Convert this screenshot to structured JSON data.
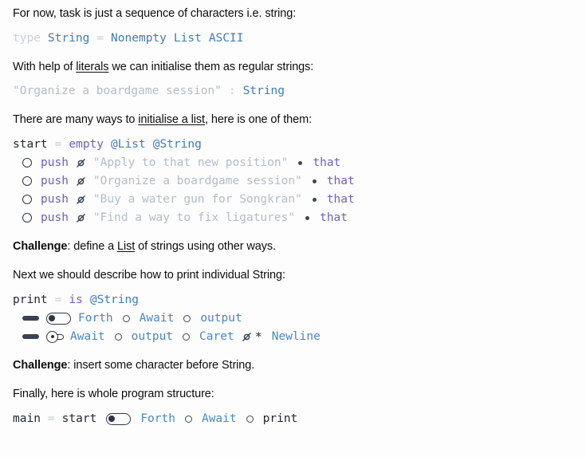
{
  "document": {
    "background_color": "#fdfdfd",
    "text_color": "#0d0d0d",
    "palette": {
      "keyword_faded": "#c9d0dd",
      "type_blue": "#3d7ebd",
      "equals_gray": "#c4ccda",
      "binding_dark": "#23272f",
      "function_purple": "#6f5fc4",
      "string_gray": "#b4bcc9",
      "operator_dark": "#3f4756"
    }
  },
  "blocks": {
    "p1": {
      "text": "For now, task is just a sequence of characters i.e. string:"
    },
    "code1": {
      "kw": "type",
      "name": "String",
      "eq": "=",
      "rhs_a": "Nonempty",
      "rhs_b": "List",
      "rhs_c": "ASCII"
    },
    "p2": {
      "pre": "With help of ",
      "link": "literals",
      "post": " we can initialise them as regular strings:"
    },
    "code2": {
      "literal": "\"Organize a boardgame session\"",
      "colon": ":",
      "type": "String"
    },
    "p3": {
      "pre": "There are many ways to ",
      "link": "initialise a list",
      "post": ", here is one of them:"
    },
    "code3": {
      "binding": "start",
      "eq": "=",
      "fn": "empty",
      "arg1": "@List",
      "arg2": "@String",
      "pushes": [
        {
          "circle_icon": "open-circle-icon",
          "fn": "push",
          "apply_icon": "slashed-o-icon",
          "literal": "\"Apply to that new position\"",
          "bullet_icon": "bullet-operator-icon",
          "tail": "that"
        },
        {
          "circle_icon": "open-circle-icon",
          "fn": "push",
          "apply_icon": "slashed-o-icon",
          "literal": "\"Organize a boardgame session\"",
          "bullet_icon": "bullet-operator-icon",
          "tail": "that"
        },
        {
          "circle_icon": "open-circle-icon",
          "fn": "push",
          "apply_icon": "slashed-o-icon",
          "literal": "\"Buy a water gun for Songkran\"",
          "bullet_icon": "bullet-operator-icon",
          "tail": "that"
        },
        {
          "circle_icon": "open-circle-icon",
          "fn": "push",
          "apply_icon": "slashed-o-icon",
          "literal": "\"Find a way to fix ligatures\"",
          "bullet_icon": "bullet-operator-icon",
          "tail": "that"
        }
      ]
    },
    "challenge1": {
      "label": "Challenge",
      "pre": ": define a ",
      "link": "List",
      "post": " of strings using other ways."
    },
    "p4": {
      "text": "Next we should describe how to print individual String:"
    },
    "code4": {
      "binding": "print",
      "eq": "=",
      "fn": "is",
      "arg": "@String",
      "lines": [
        {
          "dash_icon": "thick-dash-icon",
          "pill_icon": "toggle-pill-icon",
          "tokens": [
            "Forth",
            "Await",
            "output"
          ],
          "ring_icon": "composition-ring-icon"
        },
        {
          "dash_icon": "thick-dash-icon",
          "pill_icon": "circle-tail-icon",
          "tokens": [
            "Await",
            "output",
            "Caret"
          ],
          "ring_icon": "composition-ring-icon",
          "apply_icon": "slashed-o-icon",
          "star": "*",
          "last": "Newline"
        }
      ]
    },
    "challenge2": {
      "label": "Challenge",
      "pre": ": insert some character before String.",
      "link": "",
      "post": ""
    },
    "p5": {
      "text": "Finally, here is whole program structure:"
    },
    "code5": {
      "binding": "main",
      "eq": "=",
      "start": "start",
      "pill_icon": "toggle-pill-icon",
      "t1": "Forth",
      "ring_icon": "composition-ring-icon",
      "t2": "Await",
      "t3": "print"
    }
  }
}
